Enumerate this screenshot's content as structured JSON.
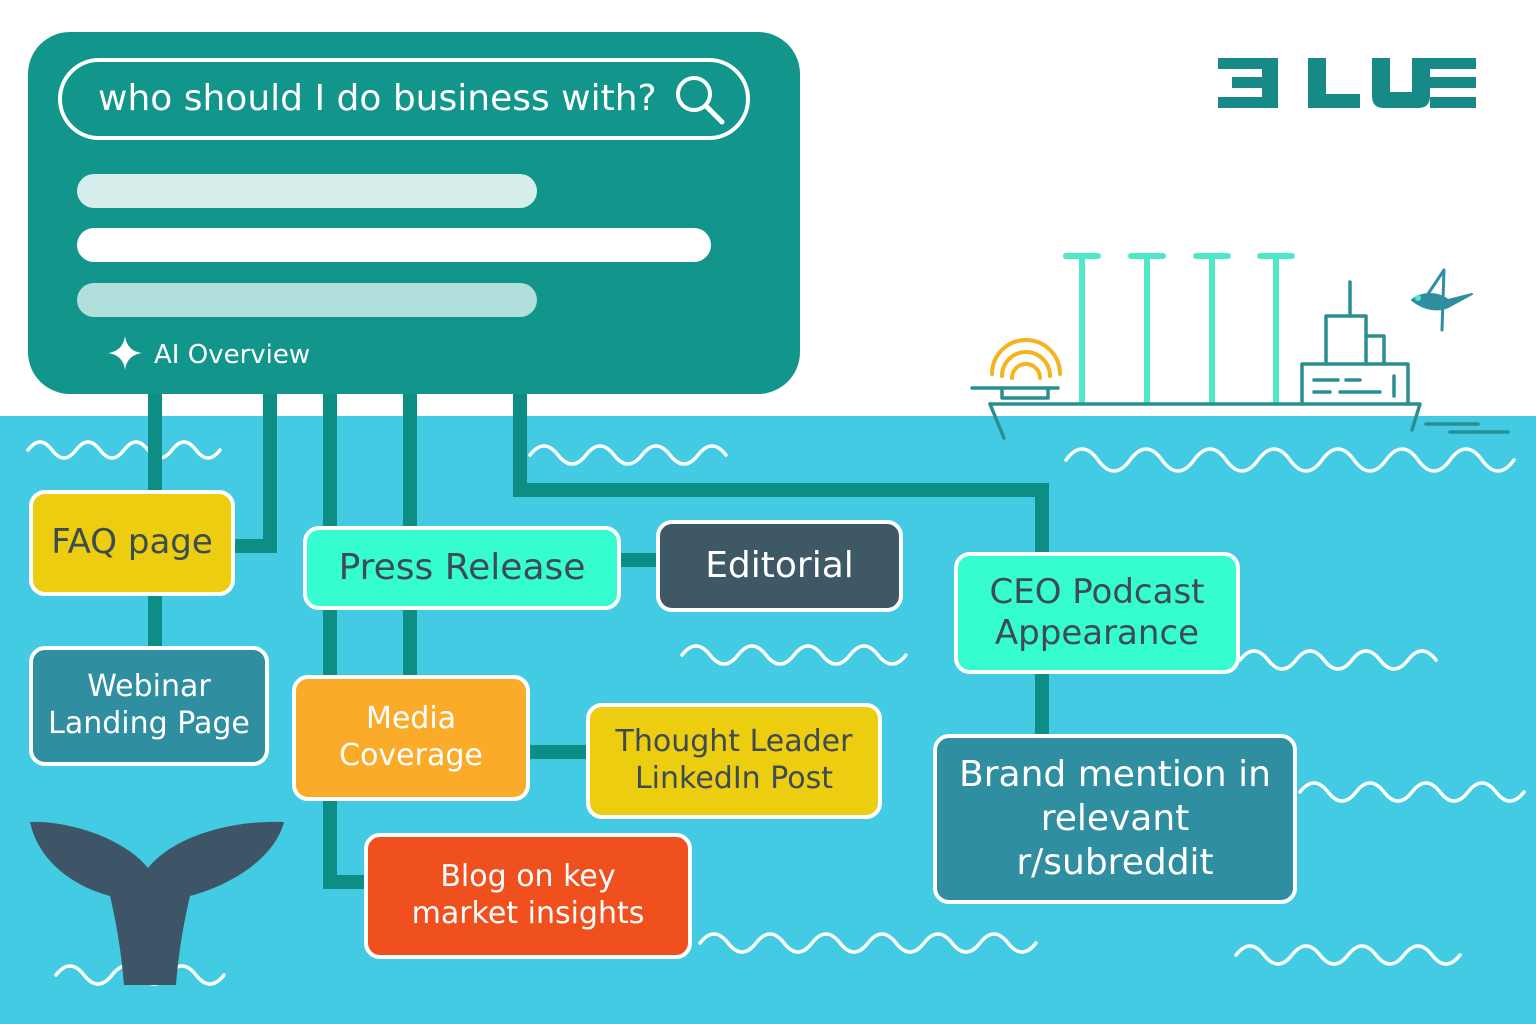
{
  "search": {
    "query": "who should I do business with?",
    "ai_label": "AI Overview"
  },
  "logo": {
    "text": "BLUE"
  },
  "nodes": {
    "faq": "FAQ page",
    "webinar": "Webinar\nLanding Page",
    "press": "Press Release",
    "editorial": "Editorial",
    "media": "Media\nCoverage",
    "thought": "Thought Leader\nLinkedIn Post",
    "blog": "Blog on key\nmarket insights",
    "ceo": "CEO Podcast\nAppearance",
    "brand": "Brand mention in\nrelevant\nr/subreddit"
  },
  "colors": {
    "sea": "#42cbe3",
    "panel": "#12968c",
    "connector": "#0e8d84",
    "logo": "#178a88",
    "yellow": "#edcd10",
    "mint": "#35fdd0",
    "slate": "#3f5866",
    "teal_dark": "#2f8ea0",
    "orange": "#fbab2a",
    "red_orange": "#f04f1e",
    "whale": "#3d5566",
    "ship_line": "#2a8f91",
    "ship_mast": "#4fe8c8",
    "signal": "#f6b21f"
  },
  "icons": {
    "search": "search-icon",
    "sparkle": "sparkle-icon",
    "whale": "whale-tail-icon",
    "ship": "ship-icon",
    "bird": "bird-icon"
  }
}
